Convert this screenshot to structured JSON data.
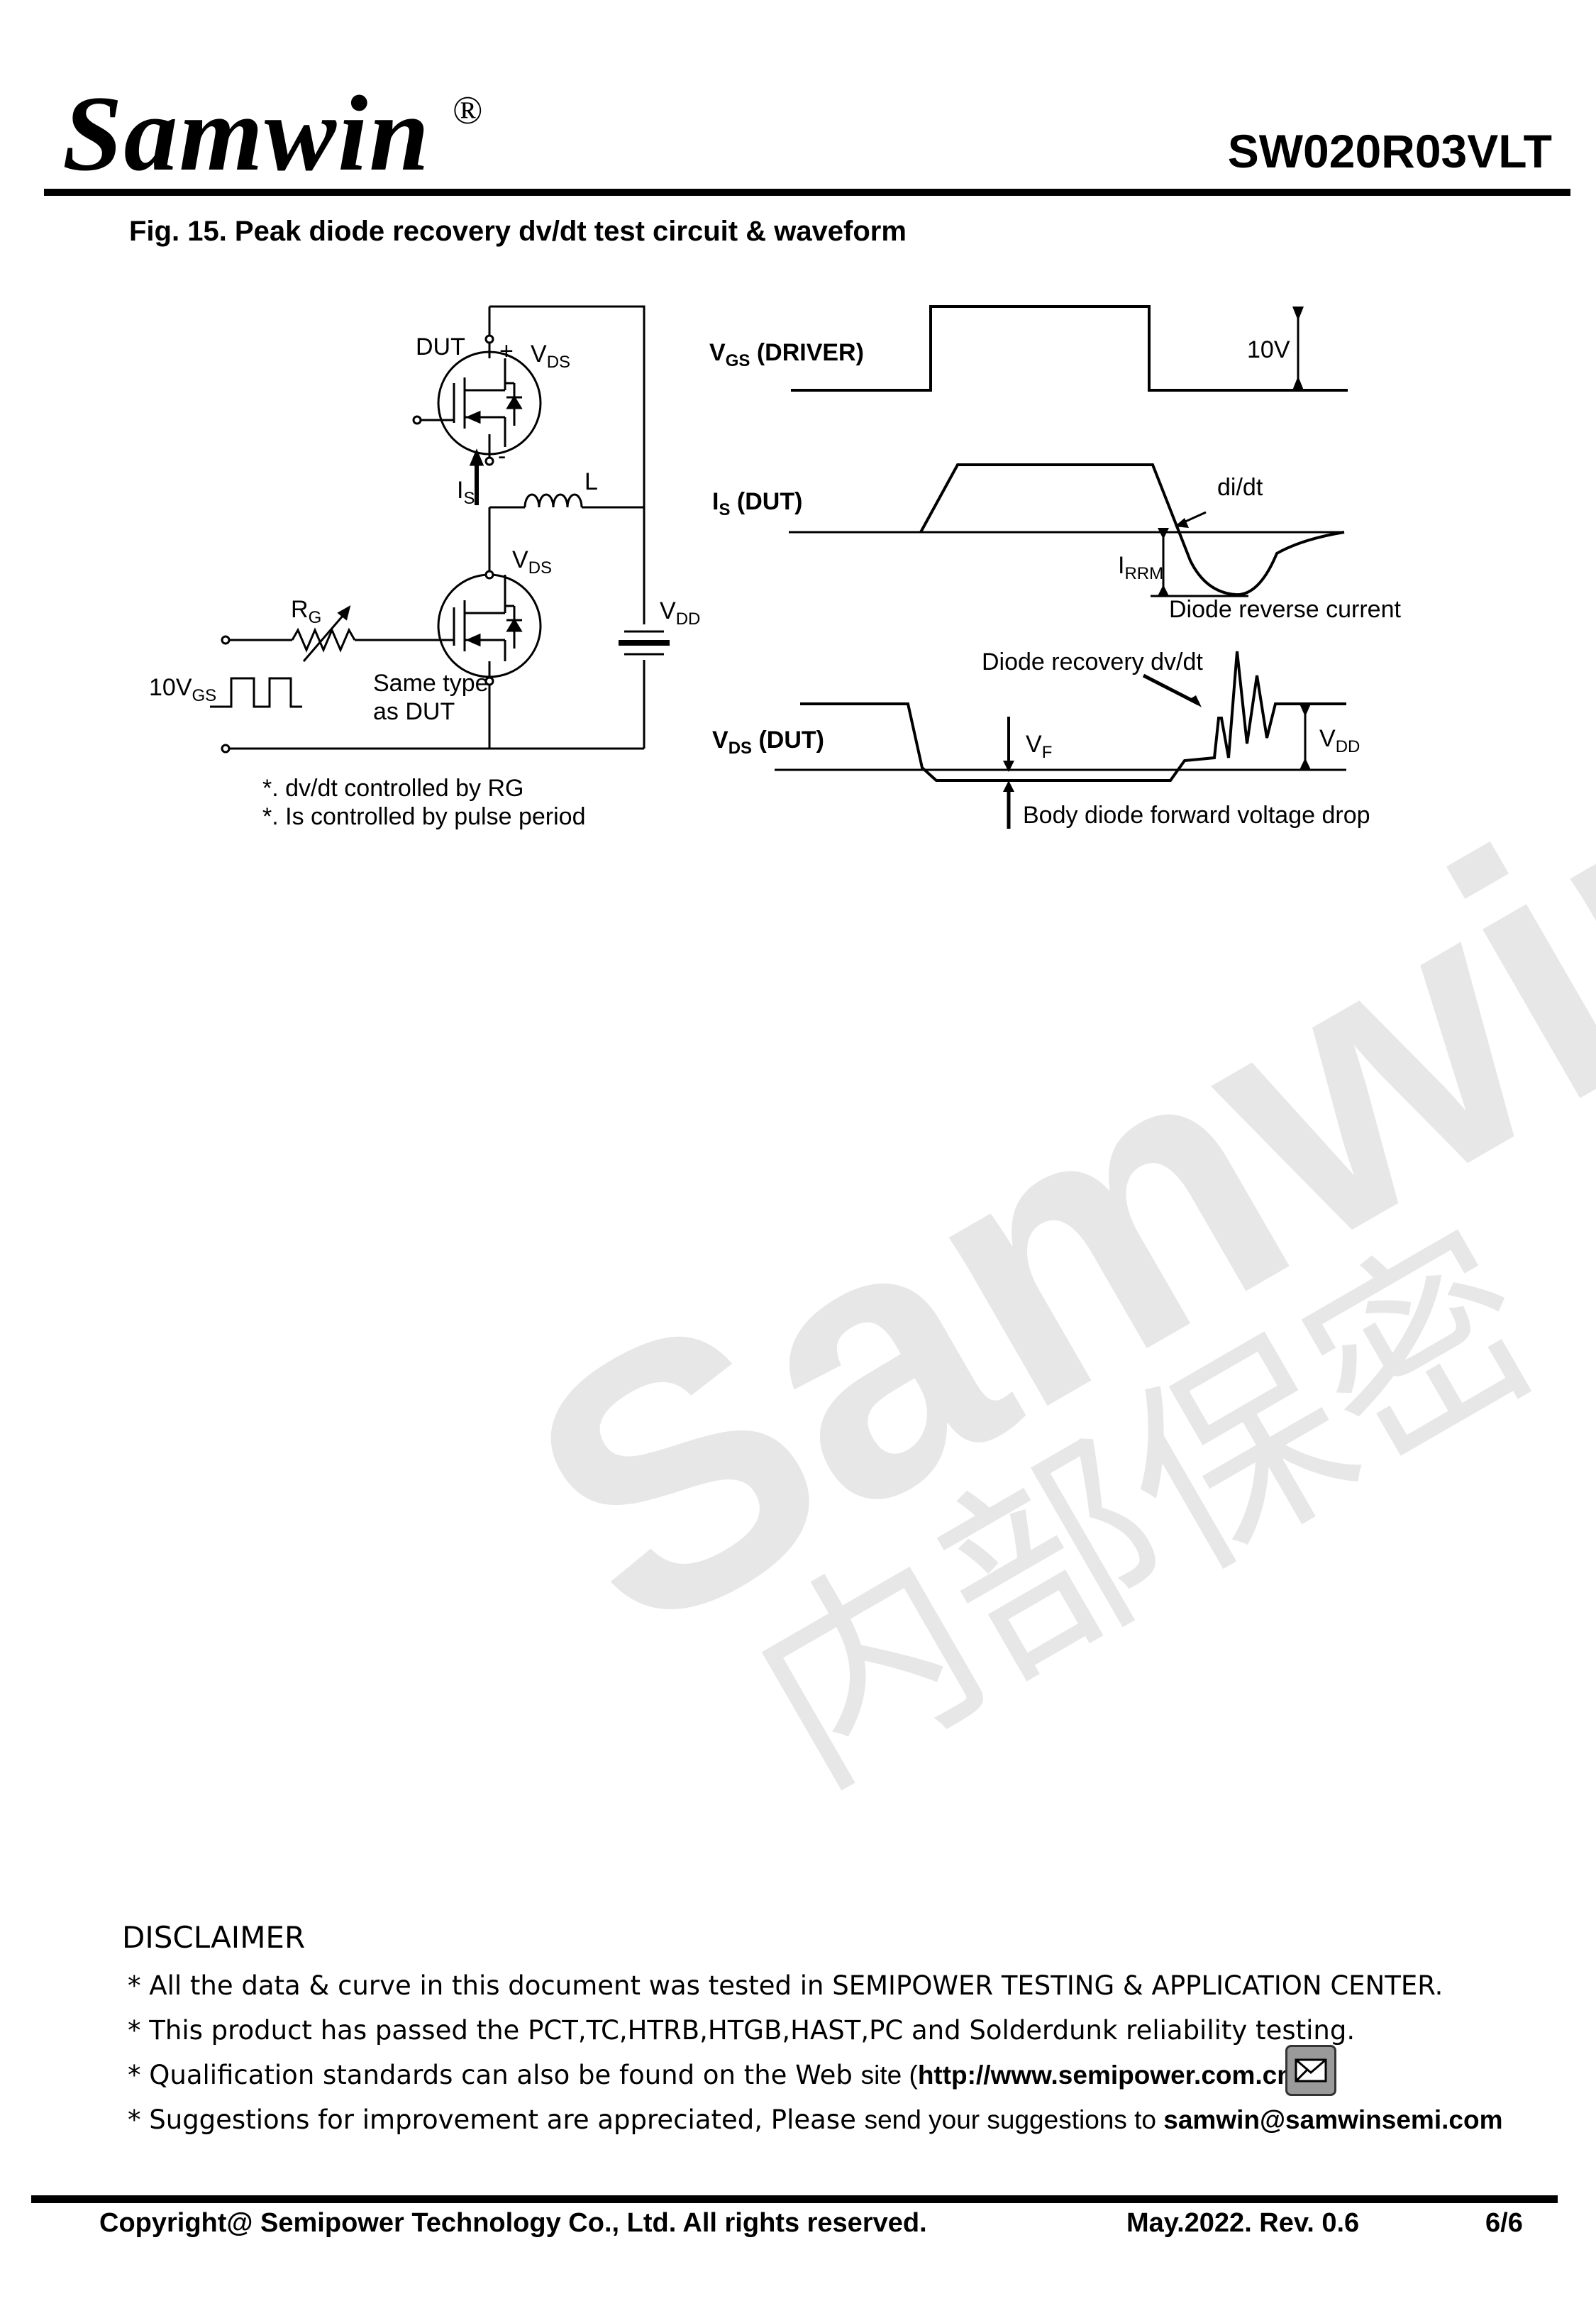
{
  "header": {
    "logo": "Samwin",
    "logo_mark": "®",
    "part_number": "SW020R03VLT"
  },
  "figure": {
    "title": "Fig. 15. Peak diode recovery dv/dt test circuit & waveform",
    "circuit": {
      "dut": "DUT",
      "plus": "+",
      "minus": "-",
      "vds_v": "V",
      "vds_sub": "DS",
      "is_i": "I",
      "is_sub": "S",
      "l": "L",
      "rg_r": "R",
      "rg_sub": "G",
      "vdd_v": "V",
      "vdd_sub": "DD",
      "vgs_prefix": "10V",
      "vgs_sub": "GS",
      "same_type_1": "Same type",
      "same_type_2": "as DUT",
      "note1": "*. dv/dt controlled by RG",
      "note2": "*. Is controlled by pulse period"
    },
    "waveform": {
      "vgs_v": "V",
      "vgs_sub": "GS",
      "vgs_rest": " (DRIVER)",
      "ten_v": "10V",
      "is_i": "I",
      "is_sub": "S",
      "is_rest": " (DUT)",
      "didt": "di/dt",
      "irrm_i": "I",
      "irrm_sub": "RRM",
      "diode_reverse": "Diode reverse current",
      "recovery": "Diode recovery dv/dt",
      "vds_v": "V",
      "vds_sub": "DS",
      "vds_rest": " (DUT)",
      "vf_v": "V",
      "vf_sub": "F",
      "vdd_v": "V",
      "vdd_sub": "DD",
      "body_diode": "Body diode forward voltage drop"
    }
  },
  "disclaimer": {
    "heading": "DISCLAIMER",
    "line1": "* All the data & curve in this document was tested in SEMIPOWER TESTING & APPLICATION CENTER.",
    "line2": "* This product has passed the PCT,TC,HTRB,HTGB,HAST,PC and Solderdunk reliability testing.",
    "line3_pre": "* Qualification standards can also be found on the Web ",
    "line3_site": "site (",
    "line3_url": "http://www.semipower.com.cn",
    "line3_post": ")",
    "line4_pre": "* Suggestions for improvement are appreciated, Please ",
    "line4_send": "send your suggestions to ",
    "line4_email": "samwin@samwinsemi.com",
    "mail_icon": "envelope-icon"
  },
  "footer": {
    "copyright": "Copyright@ Semipower Technology Co., Ltd. All rights reserved.",
    "date_rev": "May.2022. Rev. 0.6",
    "page": "6/6"
  },
  "watermark": {
    "word": "Samwin",
    "chinese": "内部保密"
  }
}
